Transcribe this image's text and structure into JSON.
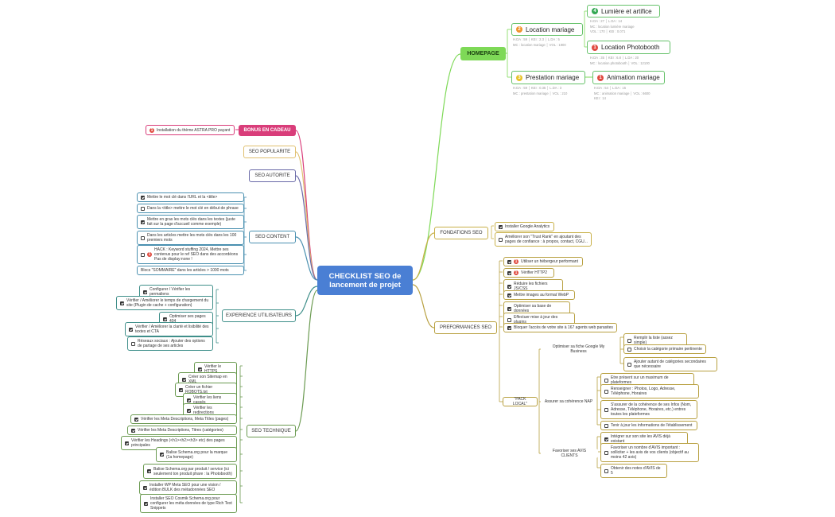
{
  "center": {
    "title": "CHECKLIST SEO de lancement de projet"
  },
  "homepage": {
    "label": "HOMEPAGE",
    "children": [
      {
        "label": "Location mariage",
        "priority": "2",
        "meta1": "H.DA : 59 │ KEI : 2.3 │ L.DA : 5",
        "meta2": "MC : location mariage │ VOL : 1900",
        "children": [
          {
            "label": "Lumière et artifice",
            "priority": "4",
            "meta1": "H.DA : 27 │ L.DA : 14",
            "meta2": "MC : location lumière mariage",
            "meta3": "VOL : 170 │ KEI : 0.071"
          },
          {
            "label": "Location Photobooth",
            "priority": "1",
            "meta1": "H.DA : 35 │ KEI : 6.8 │ L.DA : 20",
            "meta2": "MC : location photobooth │ VOL : 12100"
          }
        ]
      },
      {
        "label": "Prestation mariage",
        "priority": "3",
        "meta1": "H.DA : 59 │ KEI : 0.35 │ L.DA : 3",
        "meta2": "MC : prestation mariage │ VOL : 210",
        "children": [
          {
            "label": "Animation mariage",
            "priority": "1",
            "meta1": "H.DA : 54 │ L.DA : 15",
            "meta2": "MC : animation mariage │ VOL : 6600",
            "meta3": "KEI : 14"
          }
        ]
      }
    ]
  },
  "left": {
    "bonus": {
      "label": "BONUS EN CADEAU",
      "items": [
        {
          "text": "Installation du thème ASTRA PRO payant",
          "priority": "1"
        }
      ]
    },
    "popularite": {
      "label": "SEO POPULARITE"
    },
    "autorite": {
      "label": "SEO AUTORITE"
    },
    "content": {
      "label": "SEO CONTENT",
      "items": [
        {
          "text": "Mettre le mot clé dans l'URL et la <title>",
          "checked": true
        },
        {
          "text": "Dans la <title> mettre le mot clé en début de phrase",
          "checked": false
        },
        {
          "text": "Mettre en gras les mots clés dans les textes (juste fait sur la page d'accueil comme exemple)",
          "checked": true
        },
        {
          "text": "Dans les articles mettre les mots clés dans les 100 premiers mots",
          "checked": false
        },
        {
          "text": "HACK : Keyword stuffing 2024, Mettre ses contenus pour le ref SEO dans des accordéons Pas de display:none !",
          "checked": false,
          "priority": "1"
        },
        {
          "text": "Blocs \"SOMMAIRE\" dans les articles > 1000 mots",
          "checked": null
        }
      ]
    },
    "ux": {
      "label": "EXPERIENCE UTILISATEURS",
      "items": [
        {
          "text": "Configurer / Vérifier les permaliens",
          "checked": true
        },
        {
          "text": "Vérifier / Améliorer le temps de chargement du site (Plugin de cache + configuration)",
          "checked": true
        },
        {
          "text": "Optimiser ses pages 404",
          "checked": true
        },
        {
          "text": "Vérifier / Améliorer la clarté et lisibilité des textes et CTA",
          "checked": true
        },
        {
          "text": "Réseaux sociaux : Ajouter des options de partage de ses articles",
          "checked": false
        }
      ]
    },
    "technique": {
      "label": "SEO TECHNIQUE",
      "items": [
        {
          "text": "Vérifier le HTTPS",
          "checked": true
        },
        {
          "text": "Créer son Sitemap en XML",
          "checked": true
        },
        {
          "text": "Créer un fichier ROBOTS.txt",
          "checked": true
        },
        {
          "text": "Vérifier les liens cassés",
          "checked": true
        },
        {
          "text": "Vérifier les redirections",
          "checked": true
        },
        {
          "text": "Vérifier les Meta Descriptions, Meta Titles (pages)",
          "checked": true
        },
        {
          "text": "Vérifier les Meta Descriptions, Titres (catégories)",
          "checked": true
        },
        {
          "text": "Vérifier les Headings (<h1><h2><h3> etc) des pages principales",
          "checked": true
        },
        {
          "text": "Balise Schema.org pour la marque (1a homepage)",
          "checked": true
        },
        {
          "text": "Balise Schema.org par produit / service (ici seulement ton produit phare : la Photobooth)",
          "checked": true
        },
        {
          "text": "Installer WP Meta SEO pour une vision / édition BULK des métadonnées SEO",
          "checked": true
        },
        {
          "text": "Installer SEO Cosmik Schema.org pour configurer les méta données de type Rich Text Snippets",
          "checked": true
        }
      ]
    }
  },
  "right": {
    "fondations": {
      "label": "FONDATIONS SEO",
      "items": [
        {
          "text": "Installer Google Analytics",
          "checked": true
        },
        {
          "text": "Améliorer son \"Trust Rank\" en ajoutant des pages de confiance : à propos, contact, CGU...",
          "checked": false
        }
      ]
    },
    "performances": {
      "label": "PREFORMANCES SEO",
      "items": [
        {
          "text": "Utiliser un hébergeur performant",
          "checked": true,
          "priority": "1"
        },
        {
          "text": "Vérifier HTTP2",
          "checked": true,
          "priority": "1"
        },
        {
          "text": "Réduire les fichiers JS/CSS",
          "checked": true
        },
        {
          "text": "Mettre images au format WebP",
          "checked": true
        },
        {
          "text": "Optimiser sa base de données",
          "checked": true
        },
        {
          "text": "Effectuer mise à jour des plugins",
          "checked": false
        },
        {
          "text": "Bloquer l'accès de votre site à 167 agents web parasites",
          "checked": true
        }
      ],
      "pack": {
        "label": "\"PACK LOCAL\"",
        "groups": [
          {
            "label": "Optimiser sa fiche Google My Business",
            "items": [
              {
                "text": "Remplir la liste (assez simple)",
                "checked": false
              },
              {
                "text": "Choisir la catégorie primaire pertinente",
                "checked": false
              },
              {
                "text": "Ajouter autant de catégories secondaires que nécessaire",
                "checked": false
              }
            ]
          },
          {
            "label": "Assurer sa cohérence NAP",
            "items": [
              {
                "text": "Etre présent sur un maximum de plateformes",
                "checked": false
              },
              {
                "text": "Renseigner : Photos, Logo, Adresse, Téléphone, Horaires",
                "checked": false
              },
              {
                "text": "S'assurer de la cohérence de ses Infos (Nom, Adresse, Téléphone, Horaires, etc.) entres toutes les plateformes",
                "checked": false
              },
              {
                "text": "Tenir à jour les informations de l'établissement",
                "checked": false
              }
            ]
          },
          {
            "label": "Favoriser ses AVIS CLIENTS",
            "items": [
              {
                "text": "Intégrer sur son site les AVIS déjà existant",
                "checked": true
              },
              {
                "text": "Favoriser un nombre d'AVIS important : solliciter + les avis de vos clients (objectif au moins 42 avis)",
                "checked": false
              },
              {
                "text": "Obtenir des notes d'AVIS de 5",
                "checked": false
              }
            ]
          }
        ]
      }
    }
  },
  "colors": {
    "center": "#4a7fd4",
    "homepage": "#7ed957",
    "bonus": "#d93d7a",
    "popularite": "#e0c070",
    "autorite": "#6a6aa8",
    "content": "#4a90b0",
    "ux": "#3f8f8a",
    "technique": "#6a9a50",
    "fondations": "#c8b048",
    "performances": "#b8a040",
    "pri1": "#e04a3f",
    "pri2": "#f0932b",
    "pri3": "#e8c32a",
    "pri4": "#34a853"
  }
}
